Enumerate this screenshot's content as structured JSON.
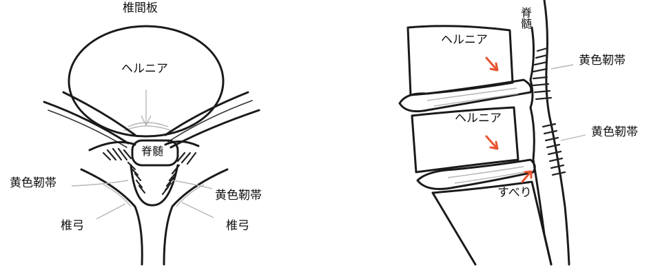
{
  "left_figure": {
    "disc_label": "椎間板",
    "hernia_label": "ヘルニア",
    "spinal_cord_label": "脊髄",
    "ligament_left_label": "黄色靭帯",
    "ligament_right_label": "黄色靭帯",
    "lamina_left_label": "椎弓",
    "lamina_right_label": "椎弓"
  },
  "right_figure": {
    "spinal_cord_label": "脊髄",
    "hernia_top_label": "ヘルニア",
    "hernia_bottom_label": "ヘルニア",
    "ligament_top_label": "黄色靭帯",
    "ligament_bottom_label": "黄色靭帯",
    "slip_label": "すべり"
  },
  "colors": {
    "ink": "#1a1a1a",
    "arrow": "#e8532f",
    "shade": "#b5b5b5"
  }
}
